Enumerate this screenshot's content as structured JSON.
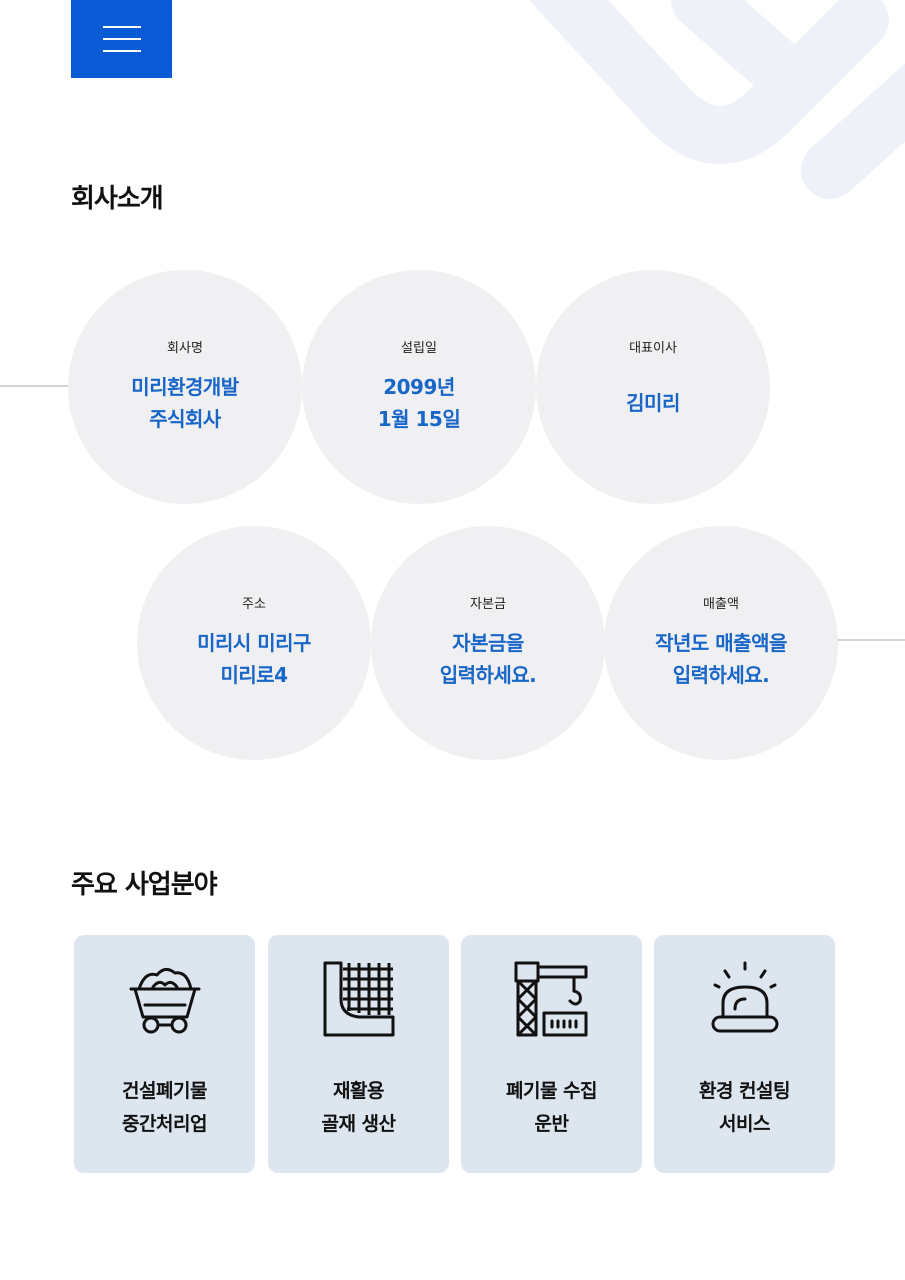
{
  "header": {
    "menu_icon": "hamburger-menu-icon"
  },
  "colors": {
    "accent": "#0b5ad6",
    "value_text": "#1766c8",
    "circle_bg": "#f0eff2",
    "card_bg": "#dde5ee",
    "decoration": "#eef1f8"
  },
  "company": {
    "title": "회사소개",
    "items": [
      {
        "label": "회사명",
        "value": "미리환경개발\n주식회사"
      },
      {
        "label": "설립일",
        "value": "2099년\n1월 15일"
      },
      {
        "label": "대표이사",
        "value": "김미리"
      },
      {
        "label": "주소",
        "value": "미리시 미리구\n미리로4"
      },
      {
        "label": "자본금",
        "value": "자본금을\n입력하세요."
      },
      {
        "label": "매출액",
        "value": "작년도 매출액을\n입력하세요."
      }
    ]
  },
  "business": {
    "title": "주요 사업분야",
    "cards": [
      {
        "icon": "mine-cart-icon",
        "label": "건설폐기물\n중간처리업"
      },
      {
        "icon": "recycled-aggregate-icon",
        "label": "재활용\n골재 생산"
      },
      {
        "icon": "crane-icon",
        "label": "폐기물 수집\n운반"
      },
      {
        "icon": "siren-icon",
        "label": "환경 컨설팅\n서비스"
      }
    ]
  }
}
